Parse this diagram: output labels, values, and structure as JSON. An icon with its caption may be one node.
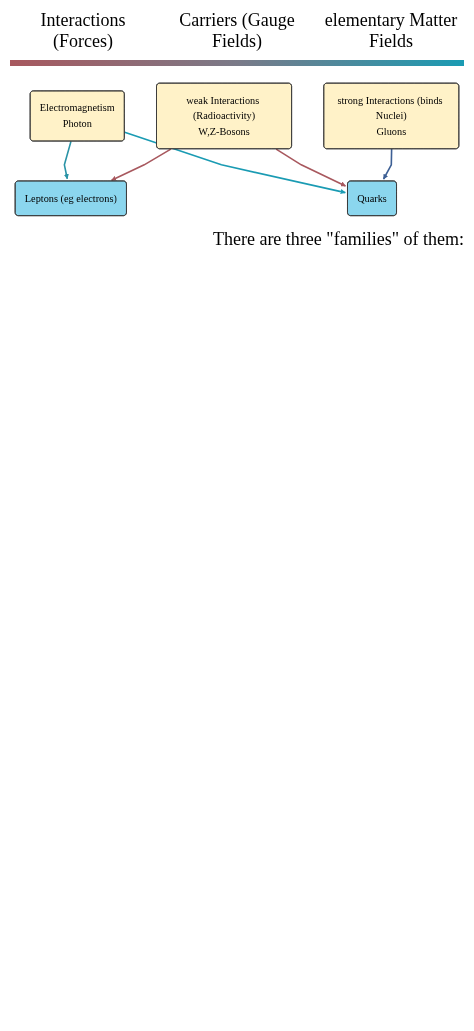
{
  "diagram": {
    "nodes": [
      {
        "text": [
          "Electromagnetism",
          "Photon"
        ]
      },
      {
        "text": [
          "weak Interactions (Radioactivity)",
          "W,Z-Bosons"
        ]
      },
      {
        "text": [
          "strong Interactions (binds Nuclei)",
          "Gluons"
        ]
      },
      {
        "text": [
          "Leptons (eg electrons)"
        ]
      },
      {
        "text": [
          "Quarks"
        ]
      }
    ],
    "edges": [
      {
        "from": 0,
        "to": 3,
        "arrow": "to",
        "color": "#2a93a6"
      },
      {
        "from": 0,
        "to": 4,
        "arrow": "to",
        "color": "#1a9bb3"
      },
      {
        "from": 1,
        "to": 4,
        "arrow": "to",
        "color": "#a8585e"
      },
      {
        "from": 1,
        "to": 3,
        "arrow": "to",
        "color": "#a8585e"
      },
      {
        "from": 2,
        "to": 4,
        "arrow": "to",
        "color": "#3d5f94"
      }
    ],
    "labels": [
      "Interactions (Forces)",
      "Carriers (Gauge Fields)",
      "elementary Matter Fields",
      "There are three \"families\" of them:"
    ]
  }
}
